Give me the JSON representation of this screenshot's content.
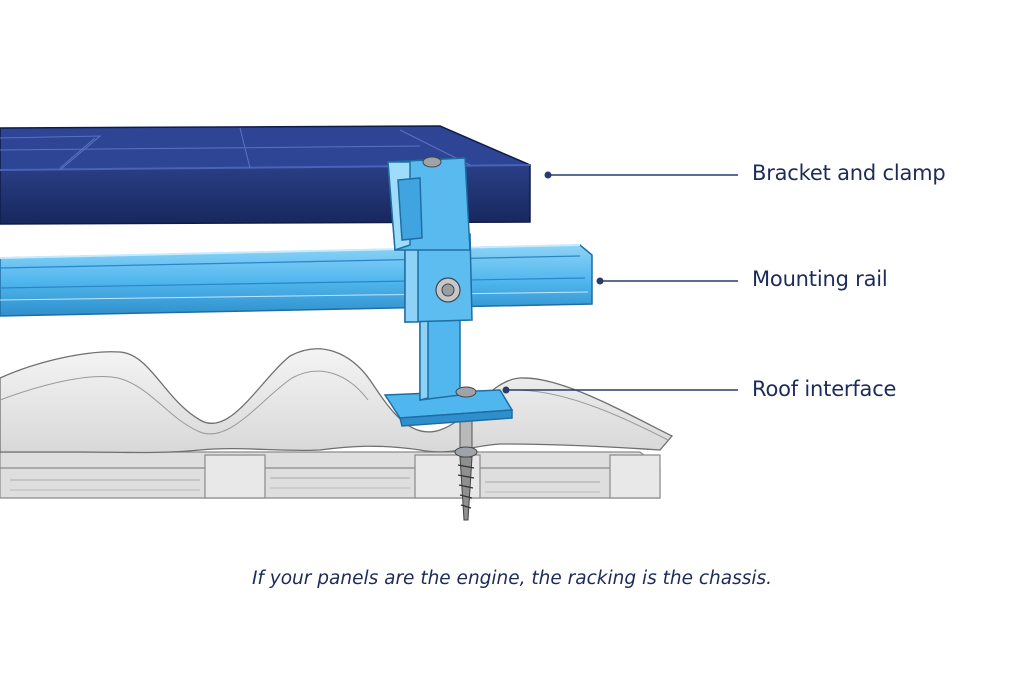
{
  "labels": {
    "bracket": "Bracket and clamp",
    "rail": "Mounting rail",
    "roof": "Roof interface"
  },
  "caption": "If your panels are the engine, the racking is the chassis.",
  "colors": {
    "text": "#1c2b5a",
    "leader": "#2a3b6e",
    "panel": "#1b2d6b",
    "panel_edge": "#0f1c4a",
    "rail": "#4fb6ee",
    "rail_dark": "#2f8fcc",
    "roof": "#e9e9e9",
    "roof_line": "#7a7a7a",
    "batten": "#dcdcdc"
  }
}
